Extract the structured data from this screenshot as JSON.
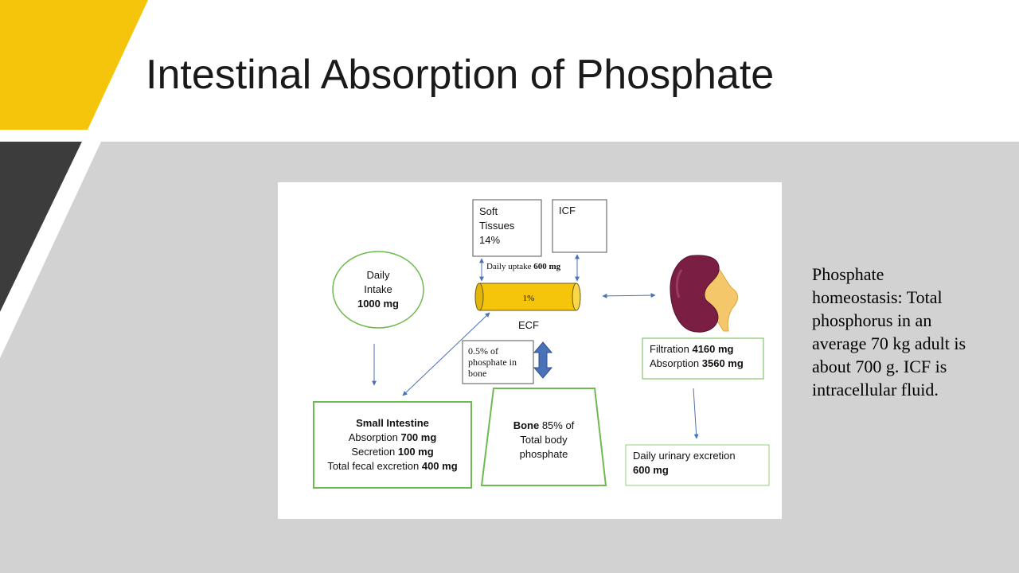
{
  "slide": {
    "title": "Intestinal Absorption of Phosphate",
    "side_text": "Phosphate homeostasis: Total phosphorus in an average 70 kg adult is about 700 g. ICF is intracellular fluid."
  },
  "diagram": {
    "soft_tissues": {
      "line1": "Soft",
      "line2": "Tissues",
      "line3": "14%"
    },
    "icf": {
      "label": "ICF"
    },
    "daily_uptake": {
      "text": "Daily uptake ",
      "value": "600 mg"
    },
    "ecf": {
      "percent": "1%",
      "label": "ECF"
    },
    "daily_intake": {
      "line1": "Daily",
      "line2": "Intake",
      "value": "1000 mg"
    },
    "bone_note": {
      "line1": "0.5% of",
      "line2": "phosphate in",
      "line3": "bone"
    },
    "kidney": {
      "filtration_label": "Filtration ",
      "filtration_value": "4160 mg",
      "absorption_label": "Absorption ",
      "absorption_value": "3560 mg"
    },
    "small_intestine": {
      "title": "Small Intestine",
      "absorption_label": "Absorption ",
      "absorption_value": "700 mg",
      "secretion_label": "Secretion ",
      "secretion_value": "100 mg",
      "fecal_label": "Total fecal excretion ",
      "fecal_value": "400 mg"
    },
    "bone": {
      "title": "Bone",
      "line1_rest": " 85% of",
      "line2": "Total body",
      "line3": "phosphate"
    },
    "urinary": {
      "line1": "Daily urinary excretion",
      "value": "600 mg"
    }
  },
  "colors": {
    "accent_yellow": "#f5c50b",
    "dark_stripe": "#3c3c3c",
    "green_border": "#6dbb50",
    "arrow_blue": "#4a72b6",
    "ecf_fill": "#f5c50b"
  }
}
